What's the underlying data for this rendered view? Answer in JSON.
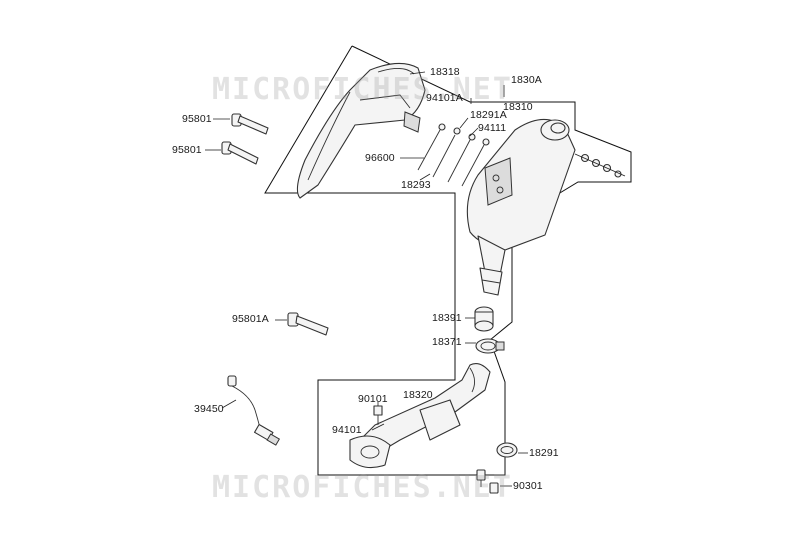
{
  "watermarks": {
    "top": "MICROFICHES.NET",
    "bottom": "MICROFICHES.NET"
  },
  "labels": {
    "p18318": "18318",
    "p1830A": "1830A",
    "p94101A": "94101A",
    "p18310": "18310",
    "p95801_a": "95801",
    "p95801_b": "95801",
    "p18291A": "18291A",
    "p94111": "94111",
    "p96600": "96600",
    "p18293": "18293",
    "p95801A": "95801A",
    "p18391": "18391",
    "p18371": "18371",
    "p90101": "90101",
    "p18320": "18320",
    "p39450": "39450",
    "p94101": "94101",
    "p18291": "18291",
    "p90301": "90301"
  }
}
